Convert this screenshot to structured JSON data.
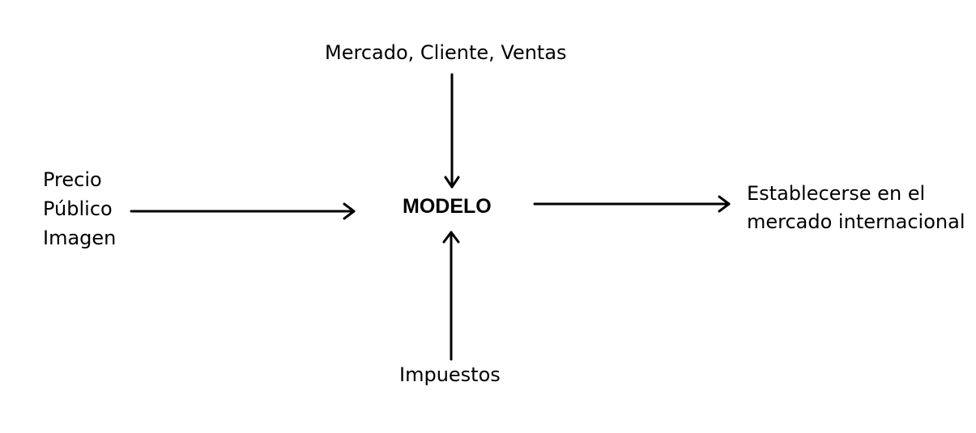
{
  "diagram": {
    "top": "Mercado, Cliente, Ventas",
    "left": [
      "Precio",
      "Público",
      "Imagen"
    ],
    "center": "MODELO",
    "right": [
      "Establecerse en el",
      "mercado internacional"
    ],
    "bottom": "Impuestos"
  },
  "colors": {
    "stroke": "#000000",
    "background": "#ffffff"
  }
}
